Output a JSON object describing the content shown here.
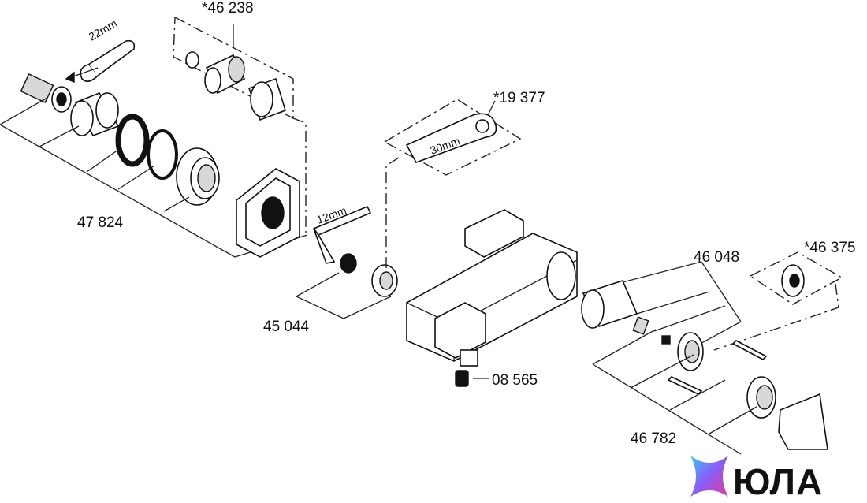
{
  "labels": {
    "set_46238": "*46 238",
    "wrench_22": "22mm",
    "set_47824": "47 824",
    "set_19377": "*19 377",
    "wrench_30": "30mm",
    "key_12": "12mm",
    "part_45044": "45 044",
    "part_08565": "08 565",
    "set_46048": "46 048",
    "set_46375": "*46 375",
    "set_46782": "46 782"
  },
  "watermark": {
    "text": "ЮЛА"
  },
  "colors": {
    "ink": "#111111",
    "background": "#ffffff"
  }
}
